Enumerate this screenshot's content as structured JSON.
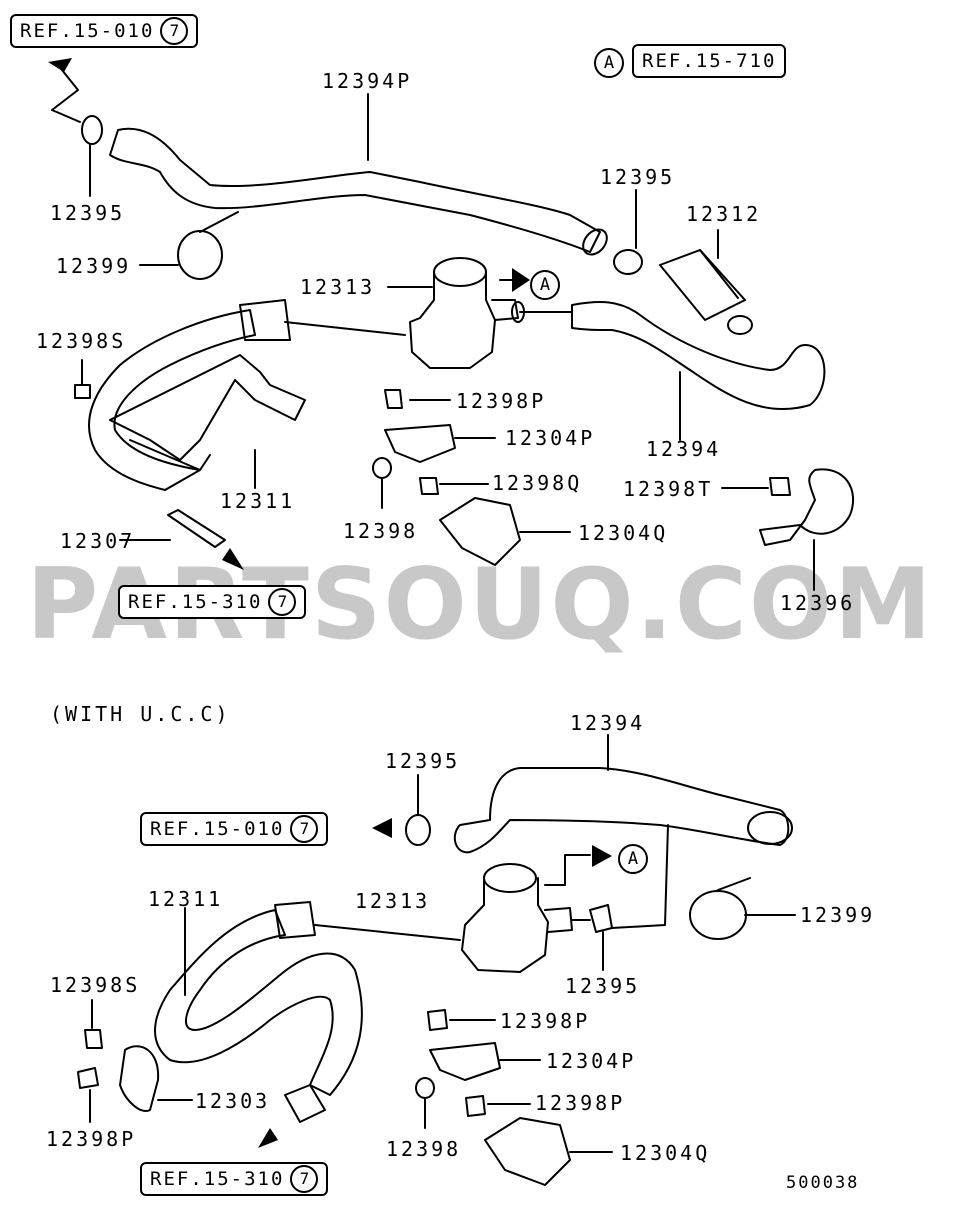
{
  "watermark": "PARTSOUQ.COM",
  "subtitle": "(WITH U.C.C)",
  "diagram_code": "500038",
  "callouts": {
    "a_letter": "A"
  },
  "refs": {
    "top_left": {
      "text": "REF.15-010",
      "num": "7"
    },
    "top_right": {
      "text": "REF.15-710"
    },
    "mid": {
      "text": "REF.15-310",
      "num": "7"
    },
    "bottom_left": {
      "text": "REF.15-010",
      "num": "7"
    },
    "bottom": {
      "text": "REF.15-310",
      "num": "7"
    }
  },
  "parts_top": {
    "p12394P": "12394P",
    "p12395a": "12395",
    "p12395b": "12395",
    "p12312": "12312",
    "p12399": "12399",
    "p12313": "12313",
    "p12398S": "12398S",
    "p12398P": "12398P",
    "p12304P": "12304P",
    "p12394": "12394",
    "p12311": "12311",
    "p12398Q": "12398Q",
    "p12398T": "12398T",
    "p12398": "12398",
    "p12304Q": "12304Q",
    "p12307": "12307",
    "p12396": "12396"
  },
  "parts_bottom": {
    "p12394": "12394",
    "p12395a": "12395",
    "p12311": "12311",
    "p12313": "12313",
    "p12399": "12399",
    "p12395b": "12395",
    "p12398S": "12398S",
    "p12398Pa": "12398P",
    "p12304P": "12304P",
    "p12303": "12303",
    "p12398Pb": "12398P",
    "p12398Pc": "12398P",
    "p12398": "12398",
    "p12304Q": "12304Q"
  }
}
